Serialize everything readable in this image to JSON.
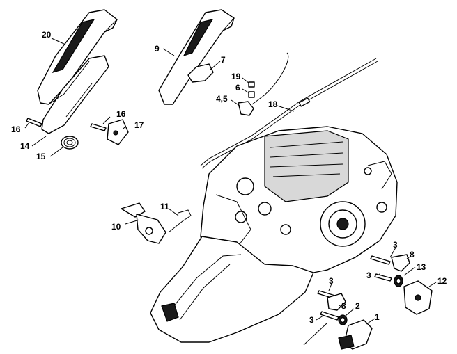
{
  "labels": {
    "p20": "20",
    "p9": "9",
    "p7": "7",
    "p19": "19",
    "p6": "6",
    "p45": "4,5",
    "p18": "18",
    "p16a": "16",
    "p17": "17",
    "p16b": "16",
    "p14": "14",
    "p15": "15",
    "p11": "11",
    "p10": "10",
    "p3a": "3",
    "p8a": "8",
    "p13": "13",
    "p3b": "3",
    "p12": "12",
    "p3c": "3",
    "p8b": "8",
    "p2": "2",
    "p3d": "3",
    "p1": "1"
  }
}
